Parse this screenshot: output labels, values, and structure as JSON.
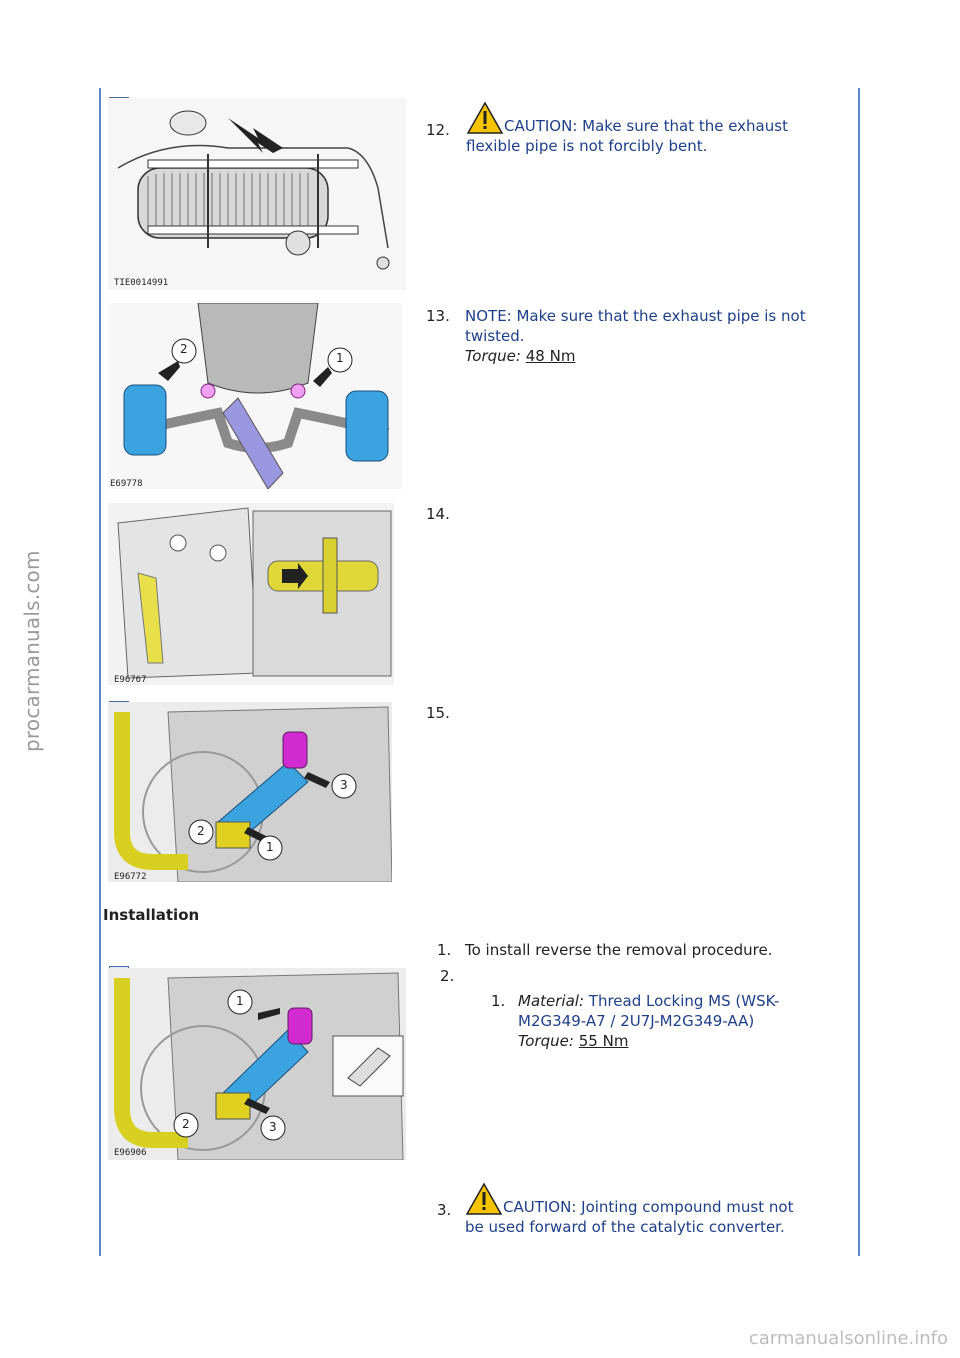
{
  "sidebar": {
    "site": "procarmanuals.com"
  },
  "figures": [
    {
      "id": "TIE0014991",
      "label": "TIE0014991"
    },
    {
      "id": "E69778",
      "label": "E69778"
    },
    {
      "id": "E96767",
      "label": "E96767"
    },
    {
      "id": "E96772",
      "label": "E96772"
    },
    {
      "id": "E96906",
      "label": "E96906"
    }
  ],
  "steps": {
    "s12": {
      "num": "12.",
      "line1": "CAUTION: Make sure that the exhaust",
      "line2": "flexible pipe is not forcibly bent."
    },
    "s13": {
      "num": "13.",
      "line1": "NOTE: Make sure that the exhaust pipe is not",
      "line2": "twisted.",
      "torque_label": "Torque:",
      "torque_value": "48 Nm"
    },
    "s14": {
      "num": "14."
    },
    "s15": {
      "num": "15."
    }
  },
  "installation": {
    "heading": "Installation",
    "i1": {
      "num": "1.",
      "text": "To install reverse the removal procedure."
    },
    "i2": {
      "num": "2.",
      "sub_num": "1.",
      "material_label": "Material:",
      "material_line1": "Thread Locking MS (WSK-",
      "material_line2": "M2G349-A7 / 2U7J-M2G349-AA)",
      "torque_label": "Torque:",
      "torque_value": "55 Nm"
    },
    "i3": {
      "num": "3.",
      "line1": "CAUTION: Jointing compound must not",
      "line2": "be used forward of the catalytic converter."
    }
  },
  "callouts": {
    "one": "1",
    "two": "2",
    "three": "3"
  },
  "footer": {
    "watermark": "carmanualsonline.info"
  },
  "colors": {
    "frame": "#5a86c6",
    "note_text": "#1f3f8a",
    "warning": "#f5c400",
    "bracket": "#3aa3e0",
    "highlight_yellow": "#f0e020",
    "highlight_magenta": "#d02ad0"
  }
}
